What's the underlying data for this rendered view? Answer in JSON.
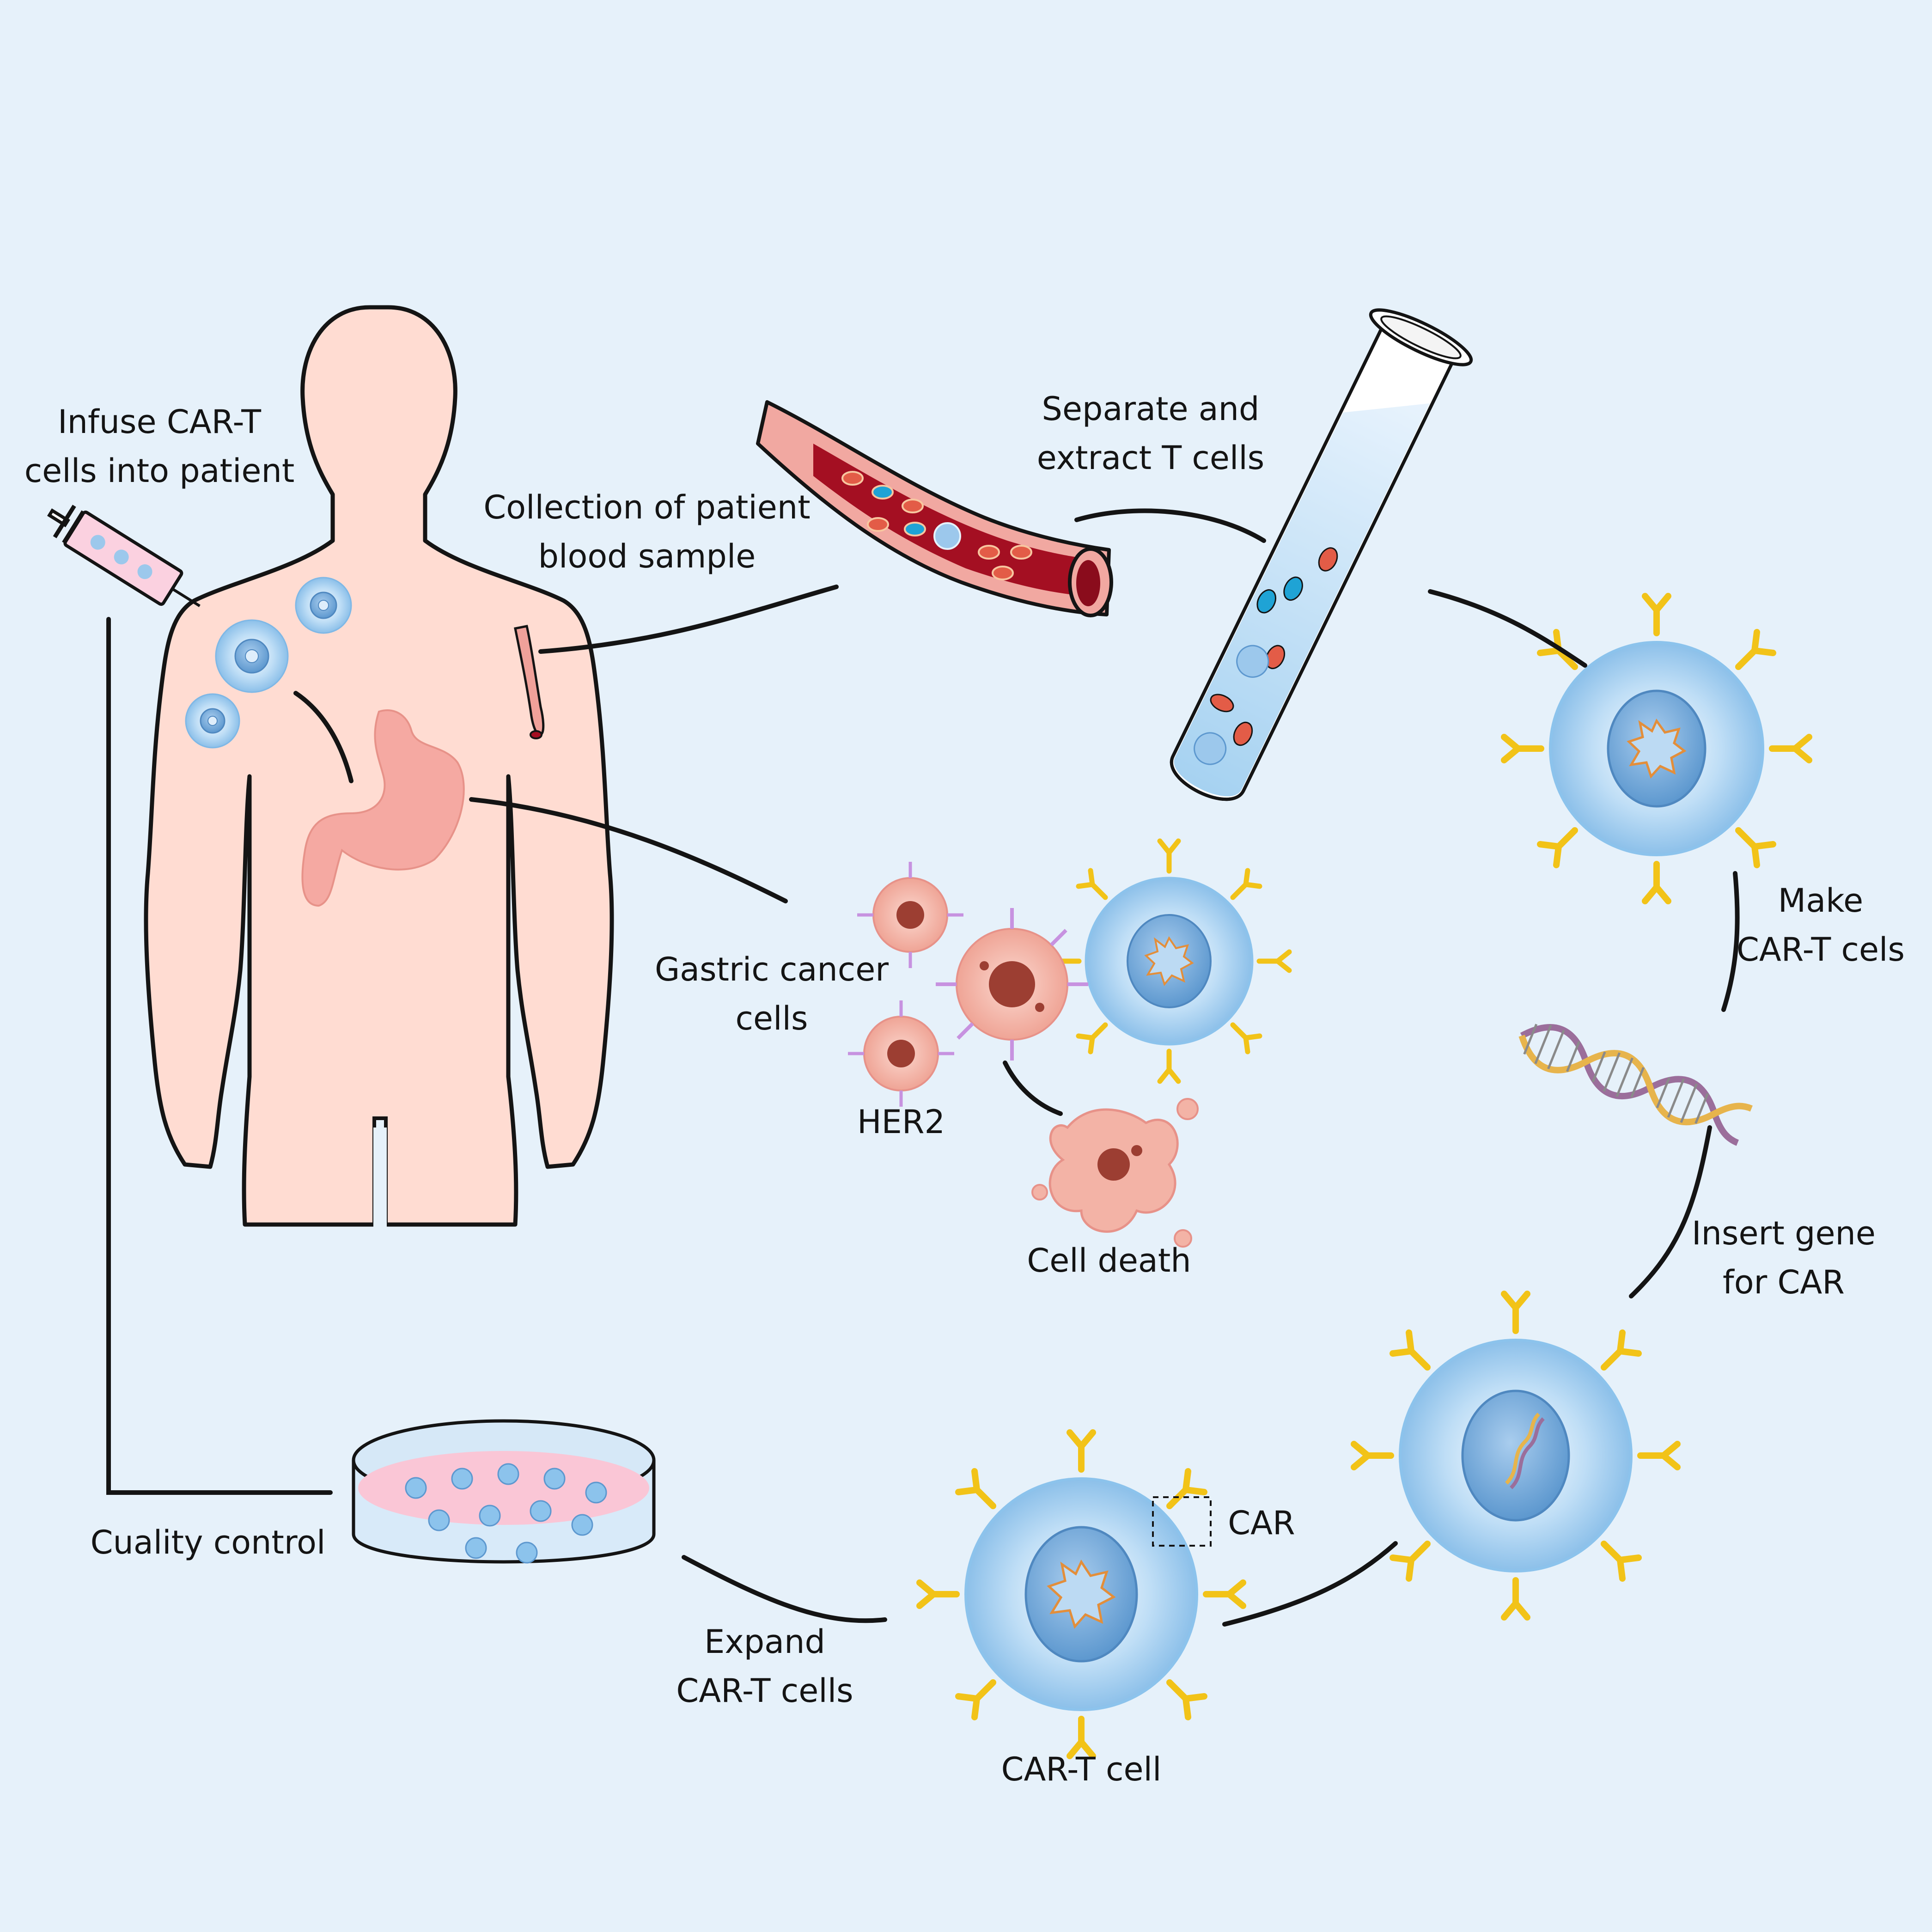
{
  "steps": {
    "infuse": {
      "line1": "Infuse CAR-T",
      "line2": "cells into patient"
    },
    "collection": {
      "line1": "Collection of patient",
      "line2": "blood sample"
    },
    "separate": {
      "line1": "Separate and",
      "line2": "extract T cells"
    },
    "make": {
      "line1": "Make",
      "line2": "CAR-T cels"
    },
    "insert": {
      "line1": "Insert gene",
      "line2": "for CAR"
    },
    "car": "CAR",
    "cart_cell": "CAR-T cell",
    "expand": {
      "line1": "Expand",
      "line2": "CAR-T cells"
    },
    "quality": "Cuality control",
    "gastric": {
      "line1": "Gastric cancer",
      "line2": "cells"
    },
    "her2": "HER2",
    "death": "Cell death"
  },
  "colors": {
    "background": "#e6f1fa",
    "skin": "#ffdcd2",
    "outline": "#141414",
    "stomach": "#f5a9a2",
    "tcell_blue": "#8cc3ec",
    "tcell_nucleus": "#5f9fd6",
    "car_receptor": "#f2c318",
    "vessel_outer": "#f1a8a1",
    "vessel_inner": "#a40f22",
    "red_cell": "#e35c47",
    "cancer_cell": "#f3b3a6",
    "cancer_nucleus": "#9c3e32",
    "her2_receptor": "#c792e0",
    "dish_liquid": "#fac6d6"
  }
}
